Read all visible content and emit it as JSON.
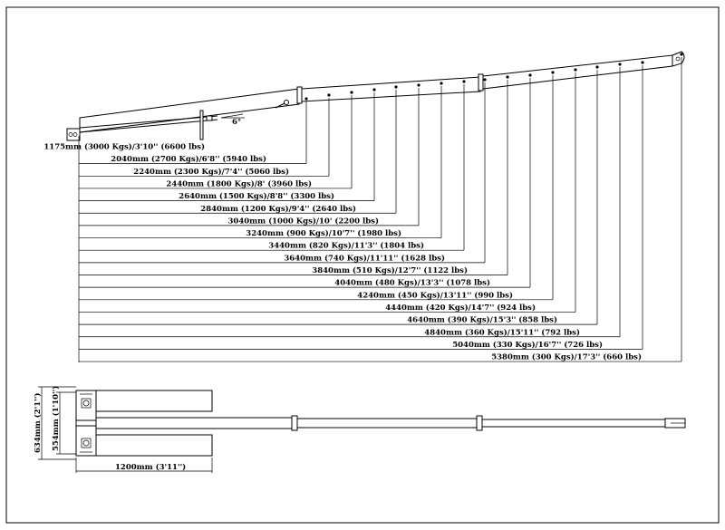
{
  "boom_reach_labels": [
    "1175mm (3000 Kgs)/3'10'' (6600 lbs)",
    "2040mm (2700 Kgs)/6'8'' (5940 lbs)",
    "2240mm (2300 Kgs)/7'4'' (5060 lbs)",
    "2440mm (1800 Kgs)/8' (3960 lbs)",
    "2640mm (1500 Kgs)/8'8'' (3300 lbs)",
    "2840mm (1200 Kgs)/9'4'' (2640 lbs)",
    "3040mm (1000 Kgs)/10' (2200 lbs)",
    "3240mm (900 Kgs)/10'7'' (1980 lbs)",
    "3440mm (820 Kgs)/11'3'' (1804 lbs)",
    "3640mm (740 Kgs)/11'11'' (1628 lbs)",
    "3840mm (510 Kgs)/12'7'' (1122 lbs)",
    "4040mm (480 Kgs)/13'3'' (1078 lbs)",
    "4240mm (450 Kgs)/13'11'' (990 lbs)",
    "4440mm (420 Kgs)/14'7'' (924 lbs)",
    "4640mm (390 Kgs)/15'3'' (858 lbs)",
    "4840mm (360 Kgs)/15'11'' (792 lbs)",
    "5040mm (330 Kgs)/16'7'' (726 lbs)",
    "5380mm (300 Kgs)/17'3'' (660 lbs)"
  ],
  "plan_view": {
    "width_outer": "634mm (2'1'')",
    "width_inner": "554mm (1'10'')",
    "length": "1200mm (3'11'')"
  },
  "side_note": "6°"
}
